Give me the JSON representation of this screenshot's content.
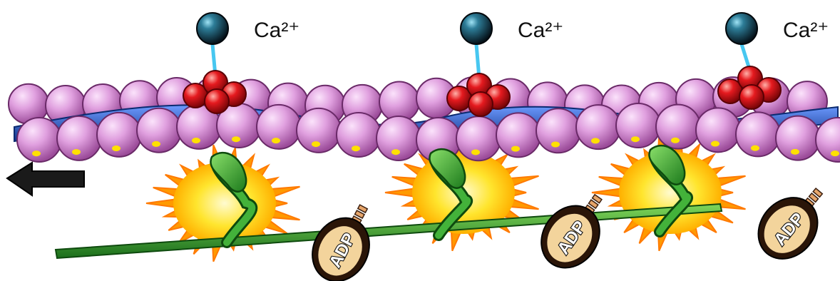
{
  "diagram": {
    "calcium_label": "Ca²⁺",
    "adp_label": "ADP",
    "calcium_sites": [
      {
        "label": "Ca²⁺"
      },
      {
        "label": "Ca²⁺"
      },
      {
        "label": "Ca²⁺"
      }
    ],
    "adp_molecules": [
      {
        "label": "ADP"
      },
      {
        "label": "ADP"
      },
      {
        "label": "ADP"
      }
    ],
    "arrow_direction": "left"
  },
  "colors": {
    "actin": "#d98fd6",
    "actin_dark": "#8e3c8c",
    "tropomyosin": "#1f4fb8",
    "calcium": "#0c2230",
    "troponin": "#d0121a",
    "myosin_head": "#2e9a2a",
    "burst": "#ffd21c",
    "burst_edge": "#ff8a00",
    "adp_body": "#3a1f10",
    "arrow": "#1a1a1a"
  }
}
